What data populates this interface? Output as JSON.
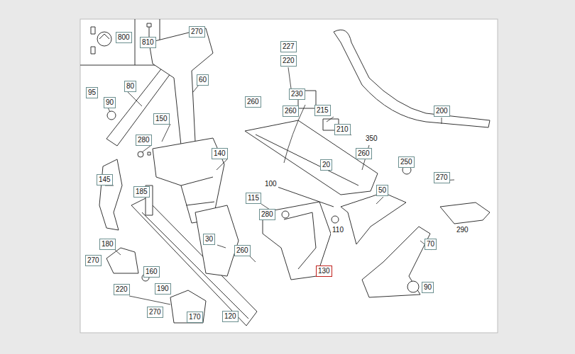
{
  "diagram": {
    "labels": [
      "800",
      "810",
      "270",
      "80",
      "60",
      "95",
      "90",
      "150",
      "280",
      "140",
      "145",
      "185",
      "227",
      "220",
      "230",
      "260",
      "260",
      "215",
      "210",
      "350",
      "20",
      "260",
      "200",
      "250",
      "270",
      "50",
      "100",
      "115",
      "280",
      "110",
      "290",
      "30",
      "260",
      "130",
      "70",
      "90",
      "180",
      "270",
      "160",
      "220",
      "190",
      "270",
      "170",
      "120"
    ]
  }
}
